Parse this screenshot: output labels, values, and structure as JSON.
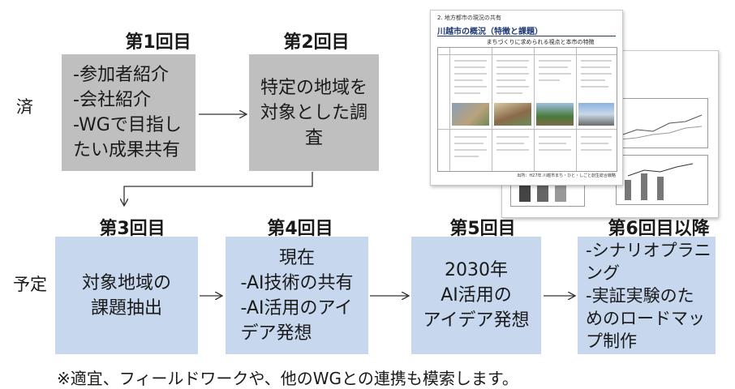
{
  "rows": {
    "done_label": "済",
    "planned_label": "予定"
  },
  "sessions": [
    {
      "title": "第1回目",
      "lines": [
        "-参加者紹介",
        "-会社紹介",
        "-WGで目指し",
        "たい成果共有"
      ]
    },
    {
      "title": "第2回目",
      "lines": [
        "特定の地域を",
        "対象とした調",
        "査"
      ]
    },
    {
      "title": "第3回目",
      "lines": [
        "対象地域の",
        "課題抽出"
      ]
    },
    {
      "title": "第4回目",
      "lines": [
        "現在",
        "-AI技術の共有",
        "-AI活用のアイ",
        "デア発想"
      ]
    },
    {
      "title": "第5回目",
      "lines": [
        "2030年",
        "AI活用の",
        "アイデア発想"
      ]
    },
    {
      "title": "第6回目以降",
      "lines": [
        "-シナリオプラニ",
        "ング",
        "-実証実験のた",
        "めのロードマッ",
        "プ制作"
      ]
    }
  ],
  "footnote": "※適宜、フィールドワークや、他のWGとの連携も模索します。",
  "thumbnail": {
    "section": "2. 地方都市の現況の共有",
    "title": "川越市の概況（特徴と課題）",
    "subtitle": "まちづくりに求められる視点と本市の特徴",
    "source": "出所：H27年 川越市まち・ひと・しごと創生総合戦略"
  },
  "colors": {
    "done_box": "#bfbfbf",
    "planned_box": "#c6d7ee",
    "arrow": "#333333"
  }
}
